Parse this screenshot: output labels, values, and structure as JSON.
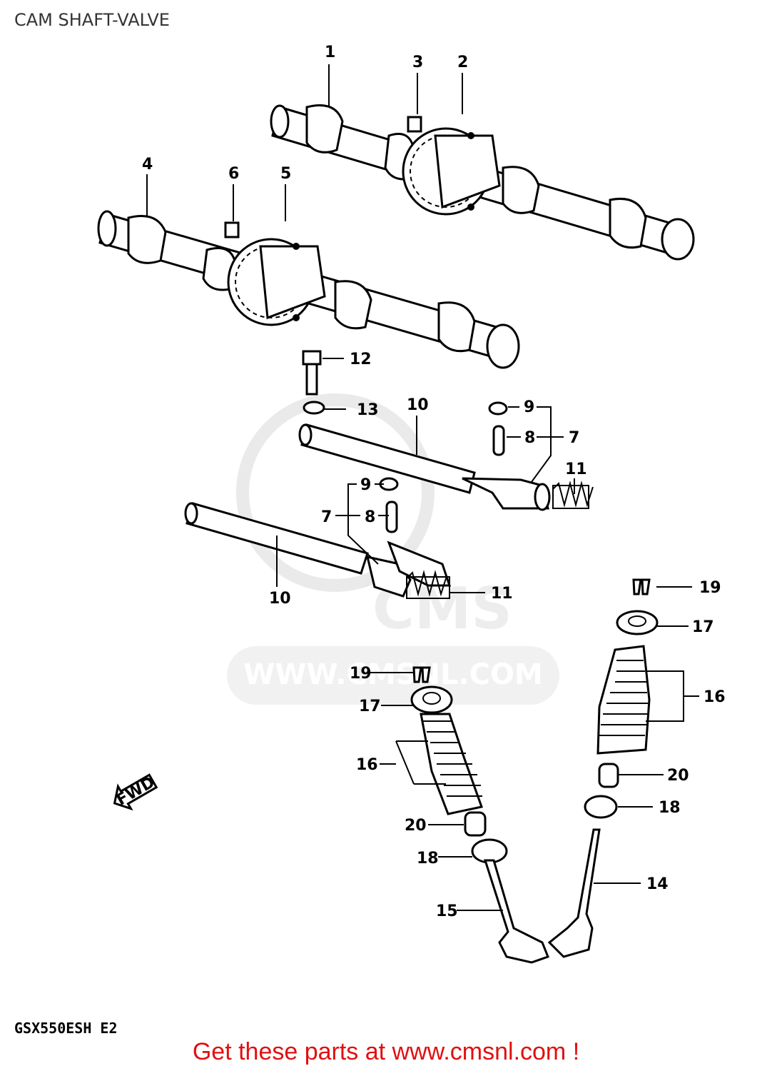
{
  "title": "CAM SHAFT-VALVE",
  "model_code": "GSX550ESH  E2",
  "promo": "Get these parts at www.cmsnl.com !",
  "watermark": {
    "text": "WWW.CMSNL.COM",
    "logo": "CMS"
  },
  "fwd_label": "FWD",
  "callouts": {
    "c1": "1",
    "c2": "2",
    "c3": "3",
    "c4": "4",
    "c5": "5",
    "c6": "6",
    "c7a": "7",
    "c7b": "7",
    "c8a": "8",
    "c8b": "8",
    "c9a": "9",
    "c9b": "9",
    "c10a": "10",
    "c10b": "10",
    "c11a": "11",
    "c11b": "11",
    "c12": "12",
    "c13": "13",
    "c14": "14",
    "c15": "15",
    "c16a": "16",
    "c16b": "16",
    "c17a": "17",
    "c17b": "17",
    "c18a": "18",
    "c18b": "18",
    "c19a": "19",
    "c19b": "19",
    "c20a": "20",
    "c20b": "20"
  },
  "colors": {
    "promo": "#e01010",
    "title": "#333333",
    "watermark": "#d8d8d8"
  }
}
